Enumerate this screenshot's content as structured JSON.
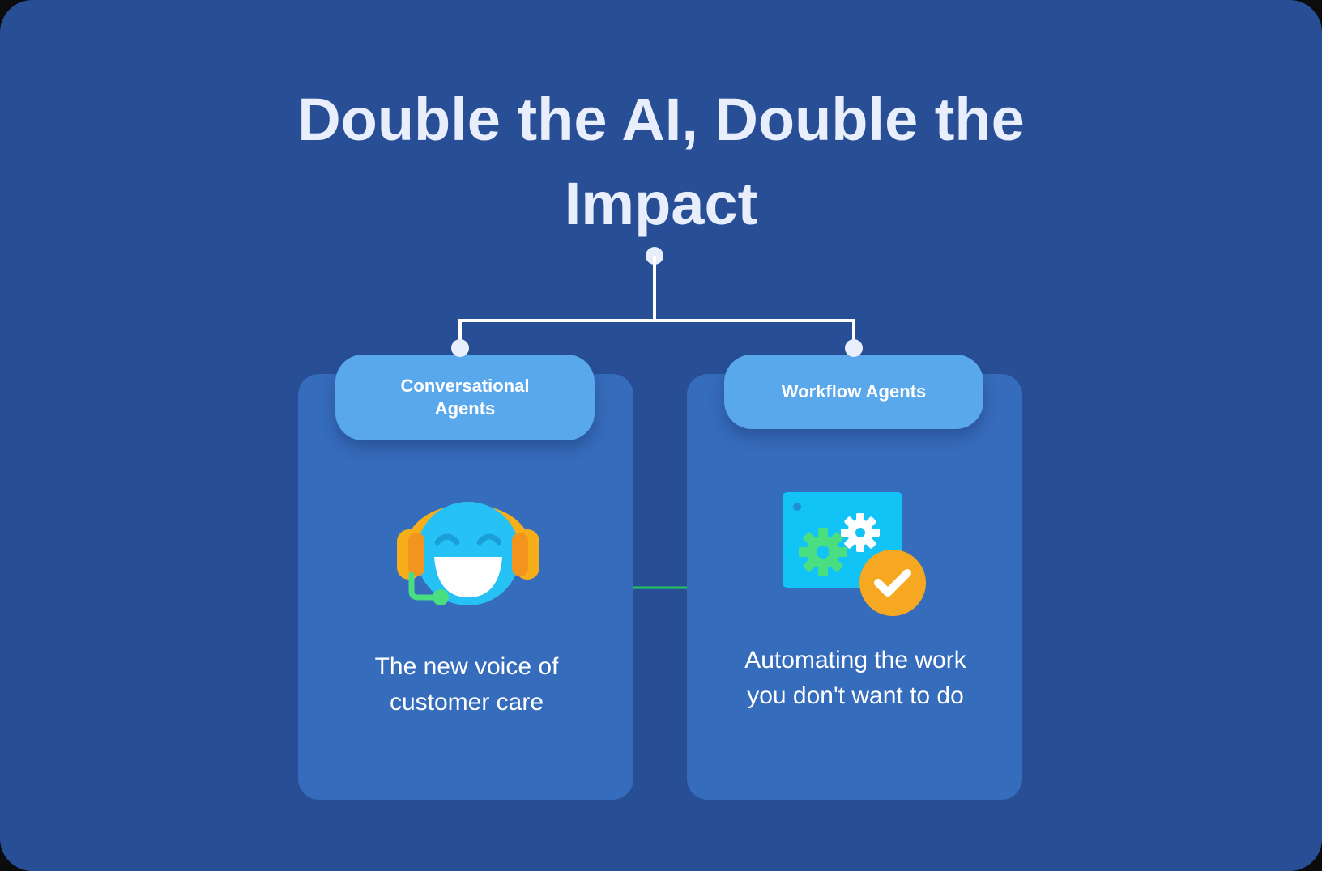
{
  "title": "Double the AI, Double the Impact",
  "cards": [
    {
      "label": "Conversational Agents",
      "description": "The new voice of customer care",
      "icon": "headset-smiley-icon"
    },
    {
      "label": "Workflow Agents",
      "description": "Automating the work you don't want to do",
      "icon": "gears-check-icon"
    }
  ],
  "colors": {
    "background": "#284f96",
    "card": "#366cbc",
    "pill": "#5aa8ec",
    "connector": "#ffffff",
    "bridge": "#22c55e",
    "text": "#ffffff"
  }
}
